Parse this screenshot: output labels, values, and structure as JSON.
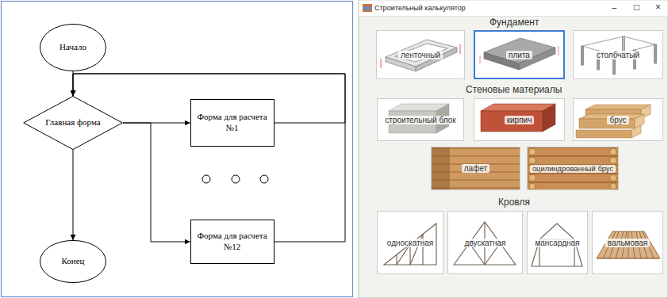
{
  "diagram": {
    "nodes": [
      {
        "text": [
          "Начало"
        ]
      },
      {
        "text": [
          "Главная форма"
        ]
      },
      {
        "text": [
          "Форма для расчета №1"
        ]
      },
      {
        "text": [
          "Форма для расчета №12"
        ]
      },
      {
        "text": [
          "Конец"
        ]
      },
      {
        "text": [
          "Строительный калькулятор"
        ]
      },
      {
        "text": [
          "ленточный"
        ],
        "in": 5
      },
      {
        "text": [
          "плита"
        ],
        "in": 5
      },
      {
        "text": [
          "столбчатый"
        ],
        "in": 5
      },
      {
        "text": [
          "строительный блок"
        ],
        "in": 5
      },
      {
        "text": [
          "кирпич"
        ],
        "in": 5
      },
      {
        "text": [
          "брус"
        ],
        "in": 5
      },
      {
        "text": [
          "лафет"
        ],
        "in": 5
      },
      {
        "text": [
          "оцилиндрованный брус"
        ],
        "in": 5
      },
      {
        "text": [
          "односкатная"
        ],
        "in": 5
      },
      {
        "text": [
          "двускатная"
        ],
        "in": 5
      },
      {
        "text": [
          "мансардная"
        ],
        "in": 5
      },
      {
        "text": [
          "вальмовая"
        ],
        "in": 5
      }
    ],
    "edges": [
      {
        "from": 0,
        "to": 1,
        "arrow": "to"
      },
      {
        "from": 1,
        "to": 2,
        "arrow": "to"
      },
      {
        "from": 1,
        "to": 3,
        "arrow": "to"
      },
      {
        "from": 2,
        "to": 1,
        "arrow": "to"
      },
      {
        "from": 3,
        "to": 1,
        "arrow": "to"
      },
      {
        "from": 1,
        "to": 4,
        "arrow": "to"
      }
    ],
    "labels": [
      "–",
      "□",
      "×",
      "Фундамент",
      "Стеновые материалы",
      "Кровля"
    ]
  }
}
